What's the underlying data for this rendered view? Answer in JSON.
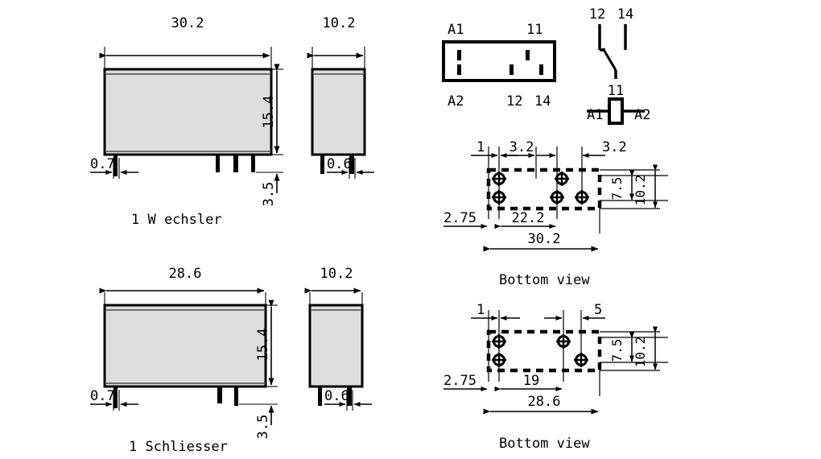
{
  "document": {
    "type": "mechanical-dimension-drawing",
    "subject": "PCB relay outline, terminal assignment and bottom view footprints",
    "units": "mm",
    "colors": {
      "line": "#000000",
      "body_fill": "#dedede",
      "background": "#ffffff"
    }
  },
  "views": {
    "wechsler_front": {
      "caption": "1 W echsler",
      "width_label": "30.2",
      "height_label": "15.4",
      "pin_length_label": "3.5",
      "pin_width_label": "0.7"
    },
    "wechsler_side": {
      "width_label": "10.2",
      "pin_width_label": "0.6"
    },
    "schliesser_front": {
      "caption": "1 Schliesser",
      "width_label": "28.6",
      "height_label": "15.4",
      "pin_length_label": "3.5",
      "pin_width_label": "0.7"
    },
    "schliesser_side": {
      "width_label": "10.2",
      "pin_width_label": "0.6"
    },
    "terminal_block": {
      "top_left_label": "A1",
      "top_right_label": "11",
      "bottom_left_label": "A2",
      "bottom_mid_label": "12",
      "bottom_right_label": "14"
    },
    "schematic": {
      "contact_left_label": "12",
      "contact_right_label": "14",
      "common_label": "11",
      "coil_left_label": "A1",
      "coil_right_label": "A2"
    },
    "bottom_view_wechsler": {
      "caption": "Bottom view",
      "dim_left_offset": "1",
      "dim_pitch_1": "3.2",
      "dim_pitch_2": "3.2",
      "dim_edge_offset": "2.75",
      "dim_inner_span": "22.2",
      "dim_overall_width": "30.2",
      "dim_row_pitch": "7.5",
      "dim_overall_height": "10.2"
    },
    "bottom_view_schliesser": {
      "caption": "Bottom view",
      "dim_left_offset": "1",
      "dim_pitch_1": "5",
      "dim_edge_offset": "2.75",
      "dim_inner_span": "19",
      "dim_overall_width": "28.6",
      "dim_row_pitch": "7.5",
      "dim_overall_height": "10.2"
    }
  }
}
